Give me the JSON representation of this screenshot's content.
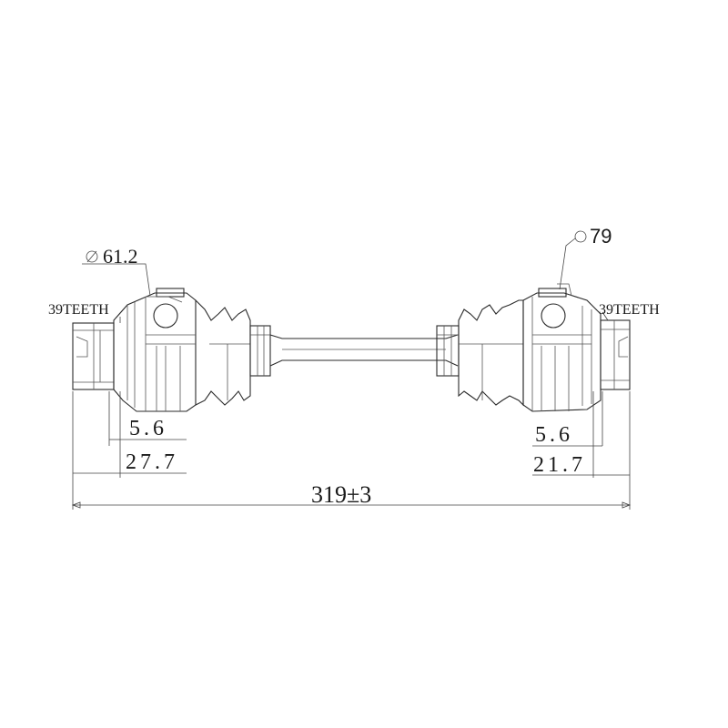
{
  "labels": {
    "left_diameter": "61.2",
    "right_diameter": "79",
    "left_teeth": "39TEETH",
    "right_teeth": "39TEETH",
    "left_small": "5.6",
    "left_large": "27.7",
    "right_small": "5.6",
    "right_large": "21.7",
    "overall_length": "319±3"
  },
  "symbols": {
    "diameter": "⌀"
  }
}
